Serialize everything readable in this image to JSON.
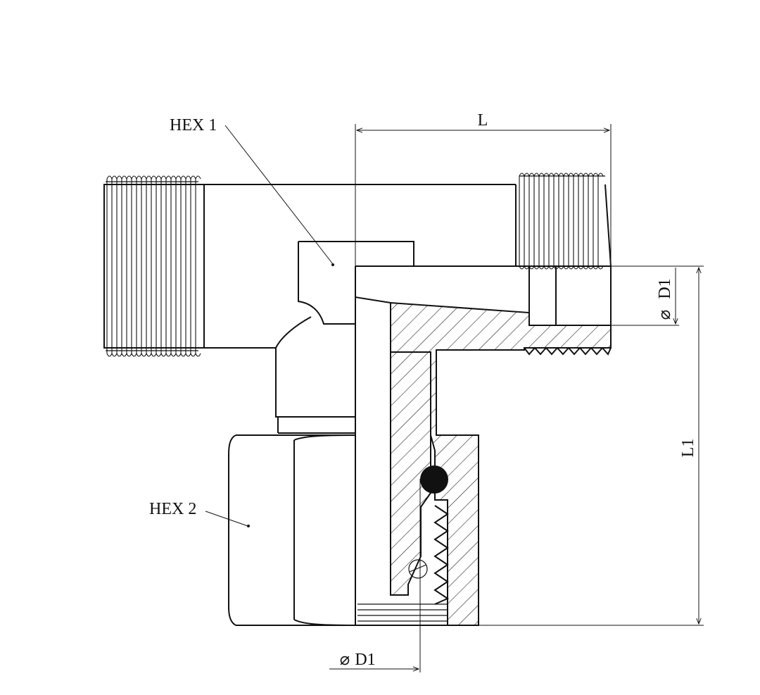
{
  "labels": {
    "hex1": "HEX 1",
    "hex2": "HEX 2",
    "length_L": "L",
    "length_L1": "L1",
    "diameter_right": "D1",
    "diameter_bottom": "D1",
    "diameter_symbol": "⌀"
  },
  "colors": {
    "line": "#111111",
    "background": "#ffffff",
    "oring": "#111111"
  }
}
